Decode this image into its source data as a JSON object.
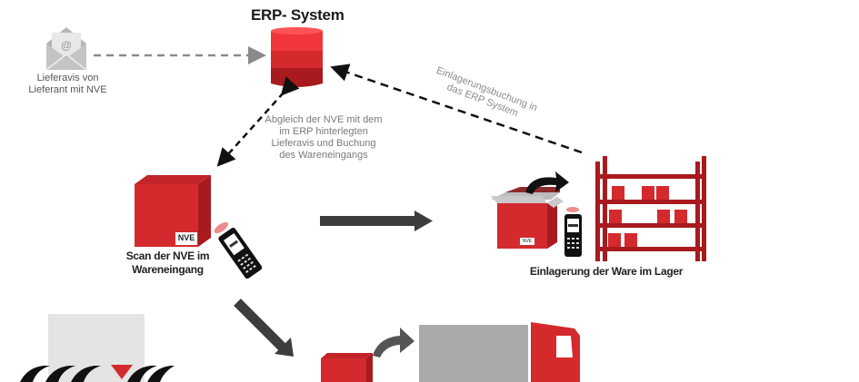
{
  "diagram": {
    "title": "ERP- System",
    "nodes": {
      "email": {
        "icon": "email-open-icon",
        "label_line1": "Lieferavis von",
        "label_line2": "Lieferant mit NVE"
      },
      "erp": {
        "icon": "database-icon"
      },
      "receiving": {
        "box_label": "NVE",
        "label_line1": "Scan der NVE im",
        "label_line2": "Wareneingang"
      },
      "storage": {
        "box_label": "NVE",
        "label": "Einlagerung der Ware im Lager"
      }
    },
    "annotations": {
      "matching_line1": "Abgleich der NVE mit dem",
      "matching_line2": "im ERP hinterlegten",
      "matching_line3": "Lieferavis und Buchung",
      "matching_line4": "des Wareneingangs",
      "booking_line1": "Einlagerungsbuchung in",
      "booking_line2": "das ERP System"
    },
    "colors": {
      "red": "#d42a2e",
      "dark_red": "#a81a1e",
      "arrow_gray": "#3d3d3d",
      "icon_gray": "#b5b5b5",
      "truck_gray": "#aaaaaa"
    }
  }
}
